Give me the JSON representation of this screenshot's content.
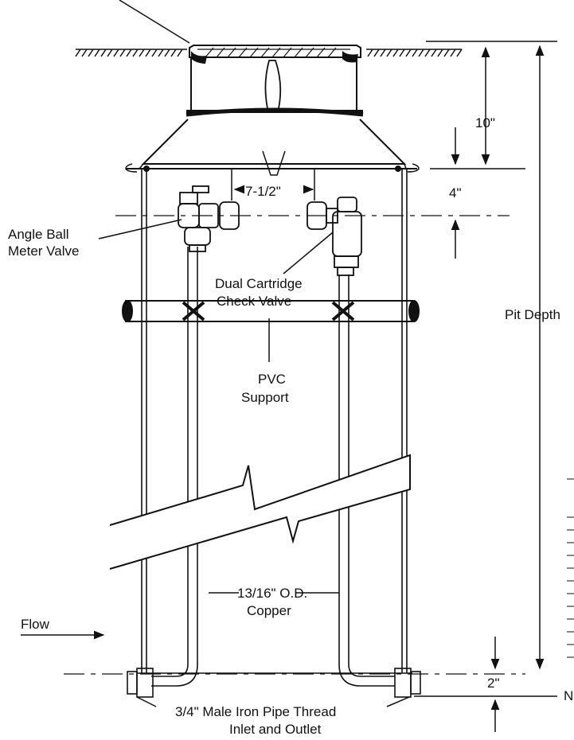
{
  "labels": {
    "dim_10": "10\"",
    "dim_4": "4\"",
    "dim_7_half": "7-1/2\"",
    "dim_2": "2\"",
    "angle_ball_line1": "Angle Ball",
    "angle_ball_line2": "Meter Valve",
    "dual_check_line1": "Dual Cartridge",
    "dual_check_line2": "Check Valve",
    "pit_depth": "Pit Depth",
    "pvc_line1": "PVC",
    "pvc_line2": "Support",
    "copper_line1": "13/16\" O.D.",
    "copper_line2": "Copper",
    "flow": "Flow",
    "thread_line1": "3/4\" Male Iron Pipe Thread",
    "thread_line2": "Inlet and Outlet",
    "cutoff_char": "N"
  },
  "colors": {
    "line": "#111111",
    "background": "#ffffff"
  }
}
